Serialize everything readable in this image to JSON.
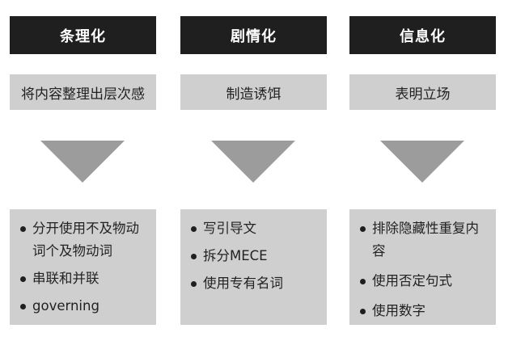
{
  "columns": [
    {
      "title": "条理化",
      "subtitle": "将内容整理出层次感",
      "items": [
        "分开使用不及物动词个及物动词",
        "串联和并联",
        "governing"
      ]
    },
    {
      "title": "剧情化",
      "subtitle": "制造诱饵",
      "items": [
        "写引导文",
        "拆分MECE",
        "使用专有名词"
      ]
    },
    {
      "title": "信息化",
      "subtitle": "表明立场",
      "items": [
        "排除隐藏性重复内容",
        "使用否定句式",
        "使用数字"
      ]
    }
  ],
  "colors": {
    "header_bg": "#1f1f1f",
    "header_text": "#ffffff",
    "panel_bg": "#cfcfd0",
    "arrow": "#9c9c9c",
    "text": "#222222"
  }
}
